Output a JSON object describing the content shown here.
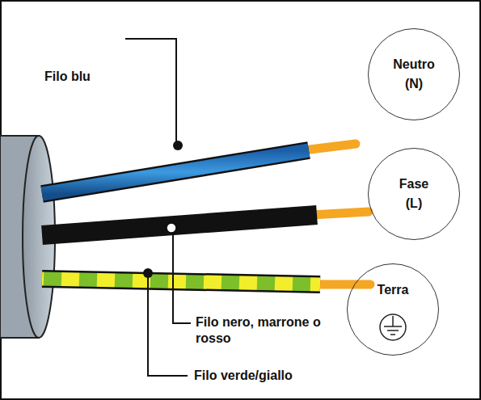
{
  "diagram": {
    "nodes": [
      {
        "text": [
          "Neutro (N)"
        ]
      },
      {
        "text": [
          "Fase (L)"
        ]
      },
      {
        "text": [
          "Terra"
        ]
      }
    ],
    "labels": [
      "Filo blu",
      "Filo nero, marrone o rosso",
      "Filo verde/giallo"
    ]
  }
}
